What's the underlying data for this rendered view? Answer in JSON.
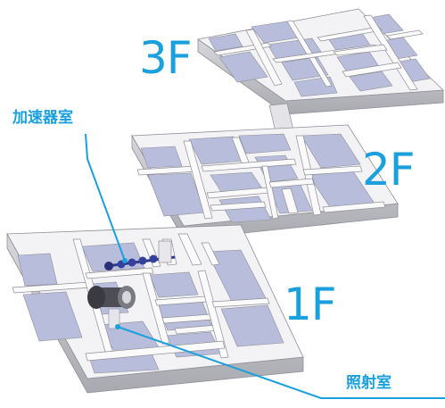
{
  "floors": {
    "third": "3F",
    "second": "2F",
    "first": "1F"
  },
  "callouts": {
    "accelerator_room": "加速器室",
    "irradiation_room": "照射室"
  },
  "colors": {
    "wall_top": "#f4f4f6",
    "wall_side": "#c9c9cf",
    "room_floor": "#b9bddc",
    "accent": "#1aa0dc"
  }
}
